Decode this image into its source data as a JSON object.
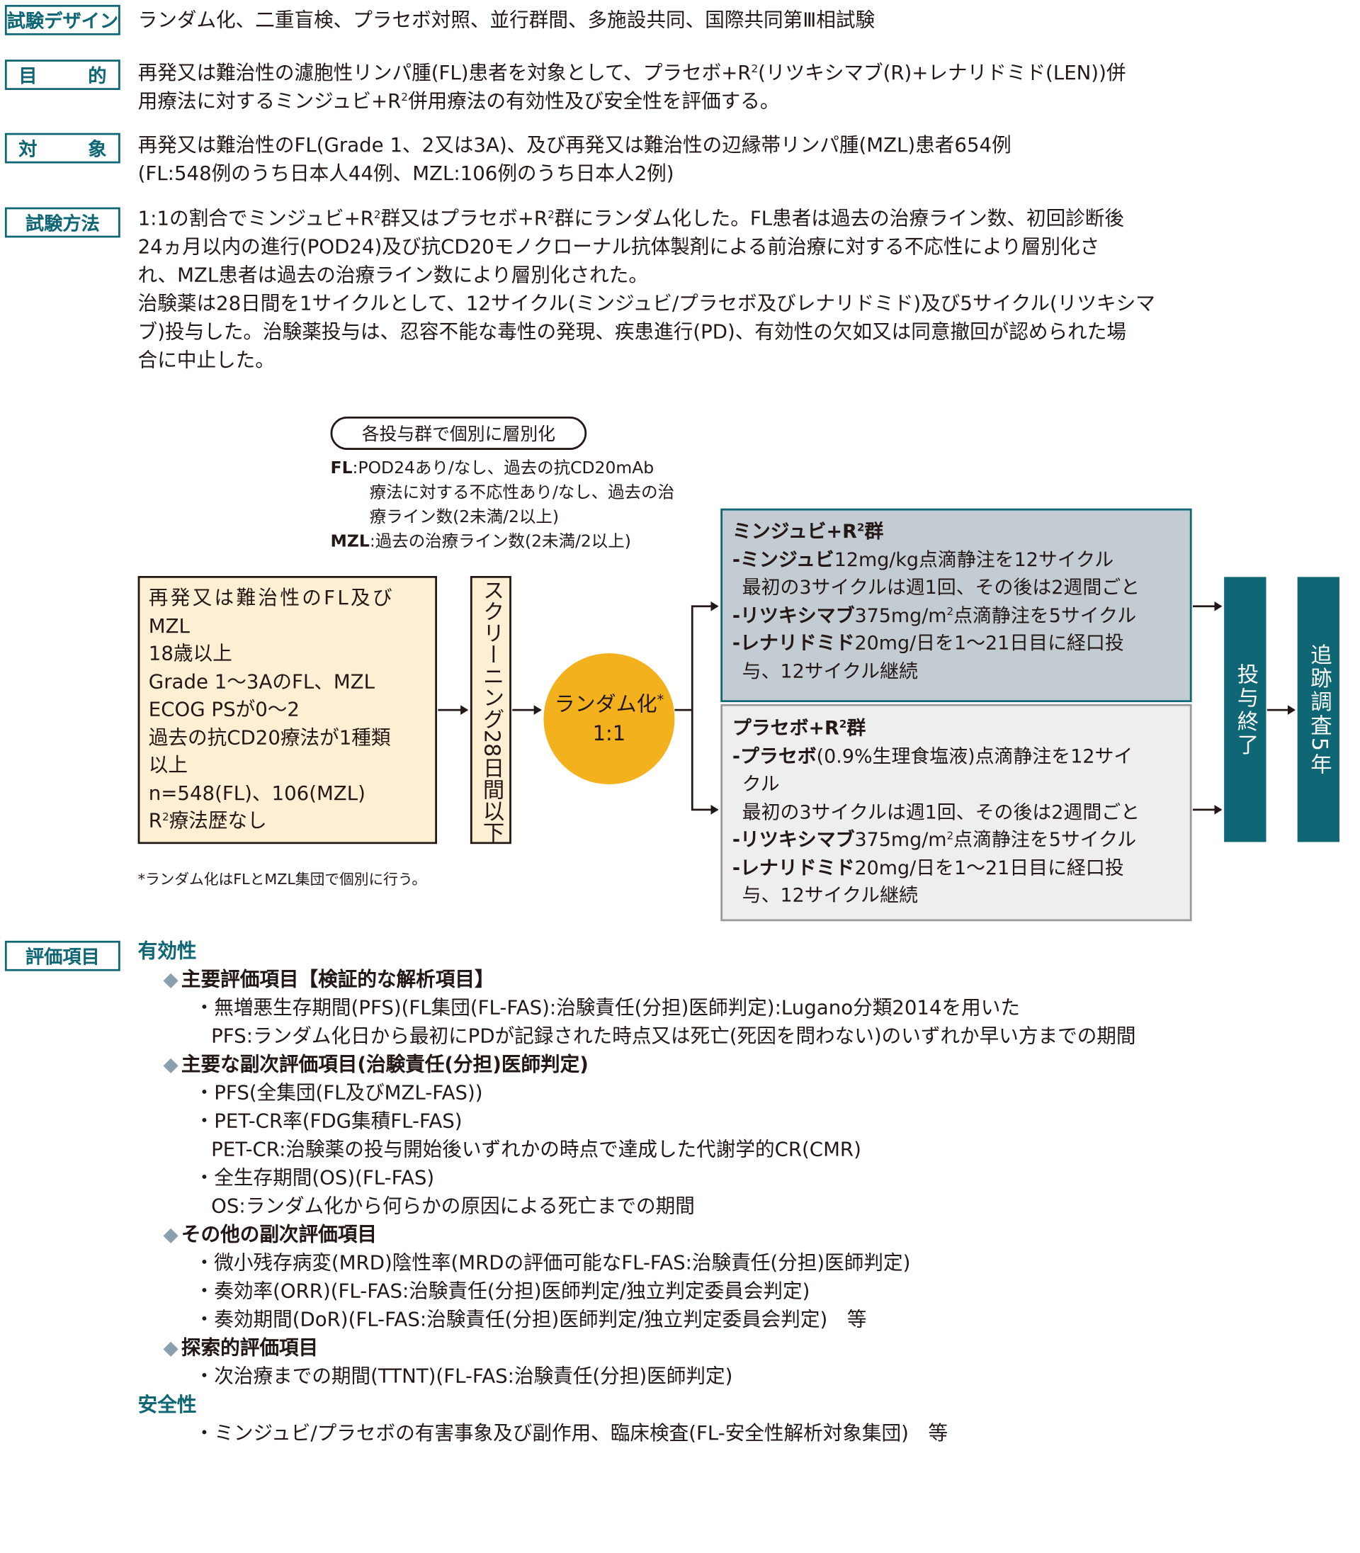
{
  "labels": {
    "design": "試験デザイン",
    "objective_1": "目",
    "objective_2": "的",
    "subjects_1": "対",
    "subjects_2": "象",
    "methods": "試験方法",
    "endpoints": "評価項目"
  },
  "design_text": "ランダム化、二重盲検、プラセボ対照、並行群間、多施設共同、国際共同第Ⅲ相試験",
  "objective": {
    "l1a": "再発又は難治性の濾胞性リンパ腫(FL)患者を対象として、プラセボ+R",
    "l1b": "(リツキシマブ(R)+レナリドミド(LEN))併",
    "l2a": "用療法に対するミンジュビ+R",
    "l2b": "併用療法の有効性及び安全性を評価する。",
    "sup": "2"
  },
  "subjects": {
    "l1": "再発又は難治性のFL(Grade 1、2又は3A)、及び再発又は難治性の辺縁帯リンパ腫(MZL)患者654例",
    "l2": "(FL:548例のうち日本人44例、MZL:106例のうち日本人2例)"
  },
  "methods": {
    "l1a": "1:1の割合でミンジュビ+R",
    "l1b": "群又はプラセボ+R",
    "l1c": "群にランダム化した。FL患者は過去の治療ライン数、初回診断後",
    "l2": "24ヵ月以内の進行(POD24)及び抗CD20モノクローナル抗体製剤による前治療に対する不応性により層別化さ",
    "l3": "れ、MZL患者は過去の治療ライン数により層別化された。",
    "l4": "治験薬は28日間を1サイクルとして、12サイクル(ミンジュビ/プラセボ及びレナリドミド)及び5サイクル(リツキシマ",
    "l5": "ブ)投与した。治験薬投与は、忍容不能な毒性の発現、疾患進行(PD)、有効性の欠如又は同意撤回が認められた場",
    "l6": "合に中止した。"
  },
  "diagram": {
    "strat_pill": "各投与群で個別に層別化",
    "fl_label": "FL",
    "fl_1": ":POD24あり/なし、過去の抗CD20mAb",
    "fl_2": "療法に対する不応性あり/なし、過去の治",
    "fl_3": "療ライン数(2未満/2以上)",
    "mzl_label": "MZL",
    "mzl_text": ":過去の治療ライン数(2未満/2以上)",
    "eligibility": [
      "再発又は難治性のFL及び",
      "MZL",
      "18歳以上",
      "Grade 1〜3AのFL、MZL",
      "ECOG PSが0〜2",
      "過去の抗CD20療法が1種類",
      "以上",
      "n=548(FL)、106(MZL)"
    ],
    "elig_last_a": "R",
    "elig_last_b": "療法歴なし",
    "screening": "スクリーニング28日間以下",
    "rand_1": "ランダム化",
    "rand_star": "*",
    "rand_2": "1:1",
    "armA": {
      "title_a": "ミンジュビ+R",
      "title_b": "群",
      "d1_bold": "-ミンジュビ",
      "d1": "12mg/kg点滴静注を12サイクル",
      "d1b": "最初の3サイクルは週1回、その後は2週間ごと",
      "d2_bold": "-リツキシマブ",
      "d2a": "375mg/m",
      "d2b": "点滴静注を5サイクル",
      "d3_bold": "-レナリドミド",
      "d3": "20mg/日を1〜21日目に経口投",
      "d3b": "与、12サイクル継続"
    },
    "armB": {
      "title_a": "プラセボ+R",
      "title_b": "群",
      "d1_bold": "-プラセボ",
      "d1": "(0.9%生理食塩液)点滴静注を12サイ",
      "d1c": "クル",
      "d1b": "最初の3サイクルは週1回、その後は2週間ごと",
      "d2_bold": "-リツキシマブ",
      "d2a": "375mg/m",
      "d2b": "点滴静注を5サイクル",
      "d3_bold": "-レナリドミド",
      "d3": "20mg/日を1〜21日目に経口投",
      "d3b": "与、12サイクル継続"
    },
    "end_treatment": "投与終了",
    "followup": "追跡調査5年",
    "footnote": "*ランダム化はFLとMZL集団で個別に行う。"
  },
  "endpoints": {
    "efficacy": "有効性",
    "primary": "主要評価項目【検証的な解析項目】",
    "primary_1": "・無増悪生存期間(PFS)(FL集団(FL-FAS):治験責任(分担)医師判定):Lugano分類2014を用いた",
    "primary_1b": "PFS:ランダム化日から最初にPDが記録された時点又は死亡(死因を問わない)のいずれか早い方までの期間",
    "key_secondary": "主要な副次評価項目(治験責任(分担)医師判定)",
    "ks_1": "・PFS(全集団(FL及びMZL-FAS))",
    "ks_2": "・PET-CR率(FDG集積FL-FAS)",
    "ks_2b": "PET-CR:治験薬の投与開始後いずれかの時点で達成した代謝学的CR(CMR)",
    "ks_3": "・全生存期間(OS)(FL-FAS)",
    "ks_3b": "OS:ランダム化から何らかの原因による死亡までの期間",
    "other_secondary": "その他の副次評価項目",
    "os_1": "・微小残存病変(MRD)陰性率(MRDの評価可能なFL-FAS:治験責任(分担)医師判定)",
    "os_2": "・奏効率(ORR)(FL-FAS:治験責任(分担)医師判定/独立判定委員会判定)",
    "os_3": "・奏効期間(DoR)(FL-FAS:治験責任(分担)医師判定/独立判定委員会判定)　等",
    "exploratory": "探索的評価項目",
    "ex_1": "・次治療までの期間(TTNT)(FL-FAS:治験責任(分担)医師判定)",
    "safety": "安全性",
    "sa_1": "・ミンジュビ/プラセボの有害事象及び副作用、臨床検査(FL-安全性解析対象集団)　等"
  },
  "colors": {
    "teal": "#0f6674",
    "eligibility_bg": "#fdefd3",
    "random_circle": "#f3b21d",
    "armA_bg": "#c3ccd3",
    "armB_bg": "#eeeeee"
  }
}
